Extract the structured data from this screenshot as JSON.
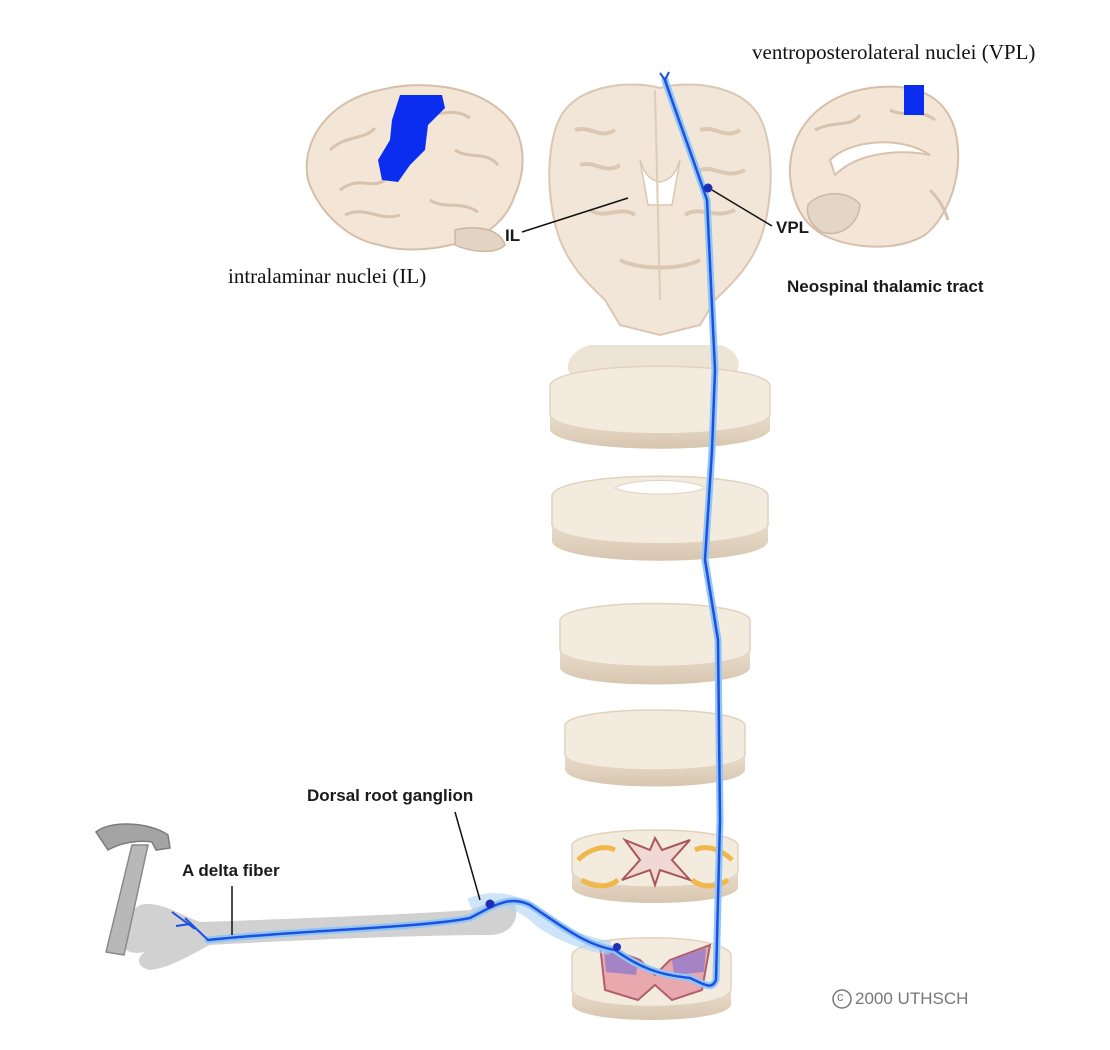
{
  "labels": {
    "vpl_full": "ventroposterolateral nuclei (VPL)",
    "il_full": "intralaminar nuclei (IL)",
    "il_short": "IL",
    "vpl_short": "VPL",
    "tract": "Neospinal thalamic tract",
    "drg": "Dorsal root ganglion",
    "fiber": "A delta fiber",
    "copyright": "2000 UTHSCH",
    "copyright_symbol": "c"
  },
  "colors": {
    "pathway_blue": "#1f4fe0",
    "pathway_light": "#8fc6f5",
    "cortex_highlight": "#0a2df0",
    "brain_tissue": "#f2e6d8",
    "brain_sulcus": "#dcc7b2",
    "arm_gray": "#c9c9c9",
    "gray_matter": "#e7b0b6",
    "dorsal_horn": "#9d7fc8"
  }
}
